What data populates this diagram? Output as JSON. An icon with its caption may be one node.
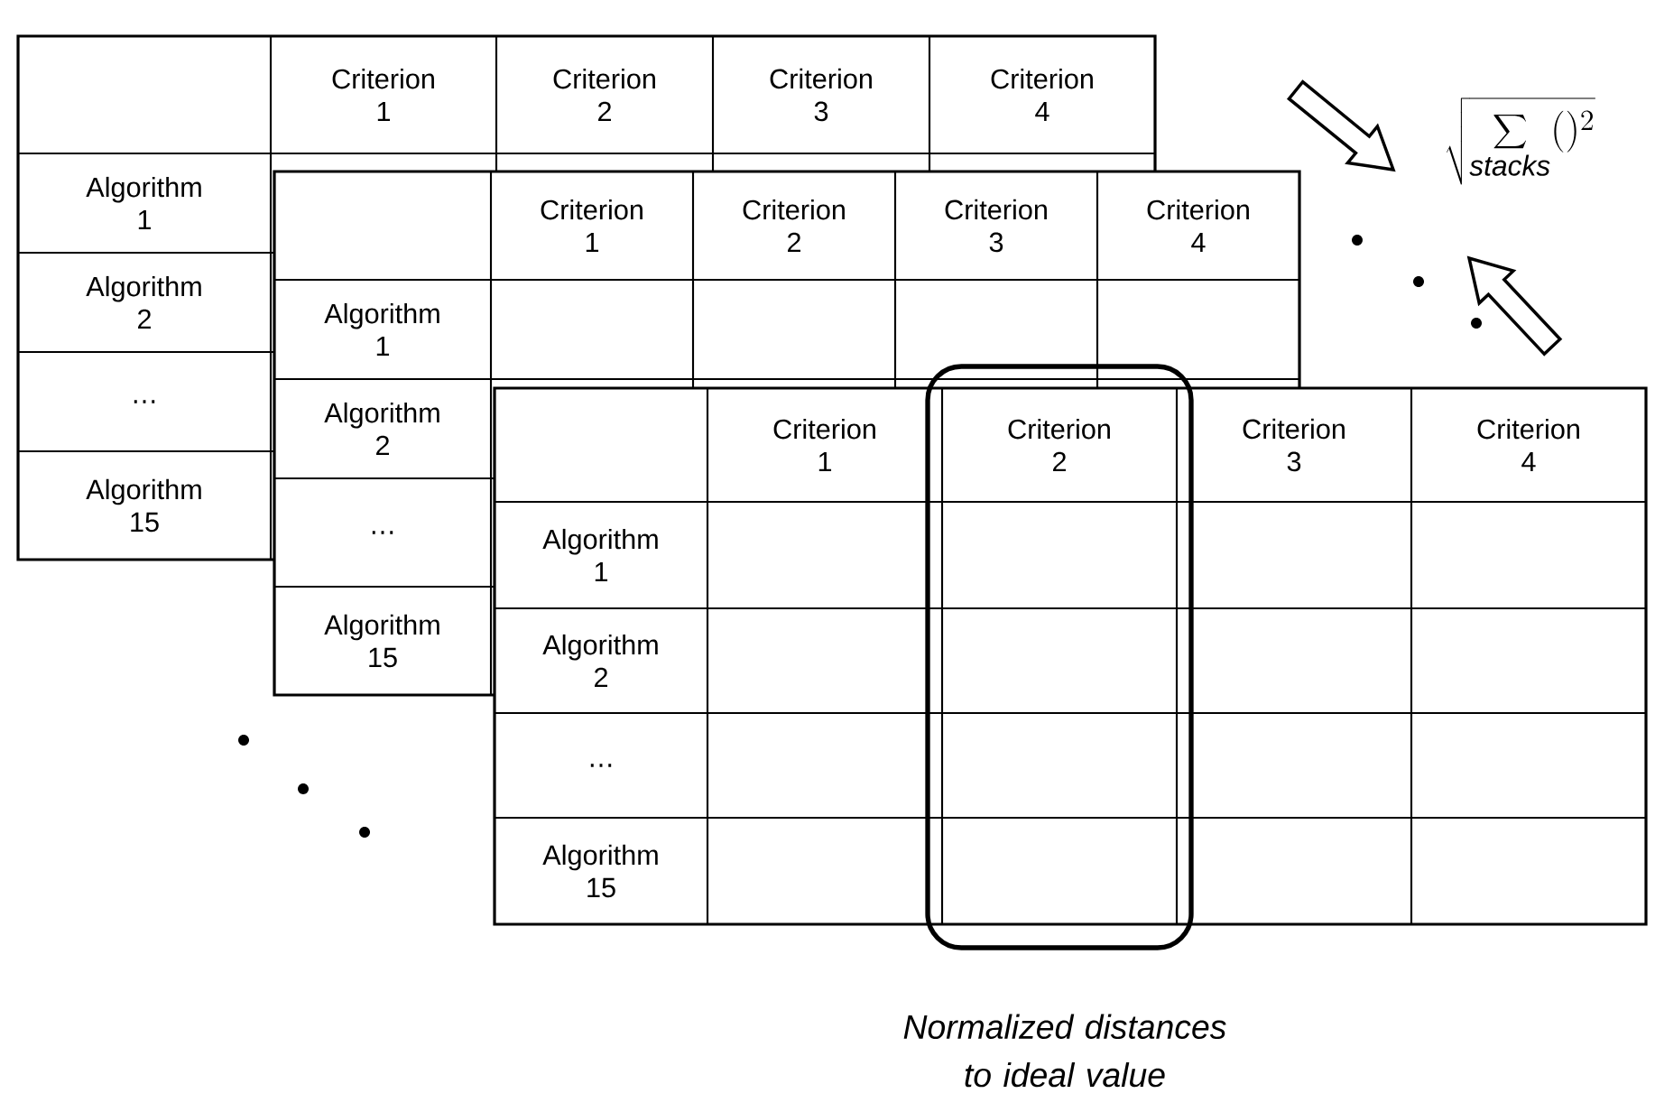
{
  "diagram": {
    "labels": [
      "Criterion 1",
      "Criterion 2",
      "Criterion 3",
      "Criterion 4",
      "Algorithm 1",
      "Algorithm 2",
      "…",
      "Algorithm 15",
      "Criterion 1",
      "Criterion 2",
      "Criterion 3",
      "Criterion 4",
      "Algorithm 1",
      "Algorithm 2",
      "…",
      "Algorithm 15",
      "Criterion 1",
      "Criterion 2",
      "Criterion 3",
      "Criterion 4",
      "Algorithm 1",
      "Algorithm 2",
      "…",
      "Algorithm 15",
      "\\sqrt{\\sum_{\\mathit{stacks}} ()^{2}}",
      "Normalized distances to ideal value"
    ]
  }
}
